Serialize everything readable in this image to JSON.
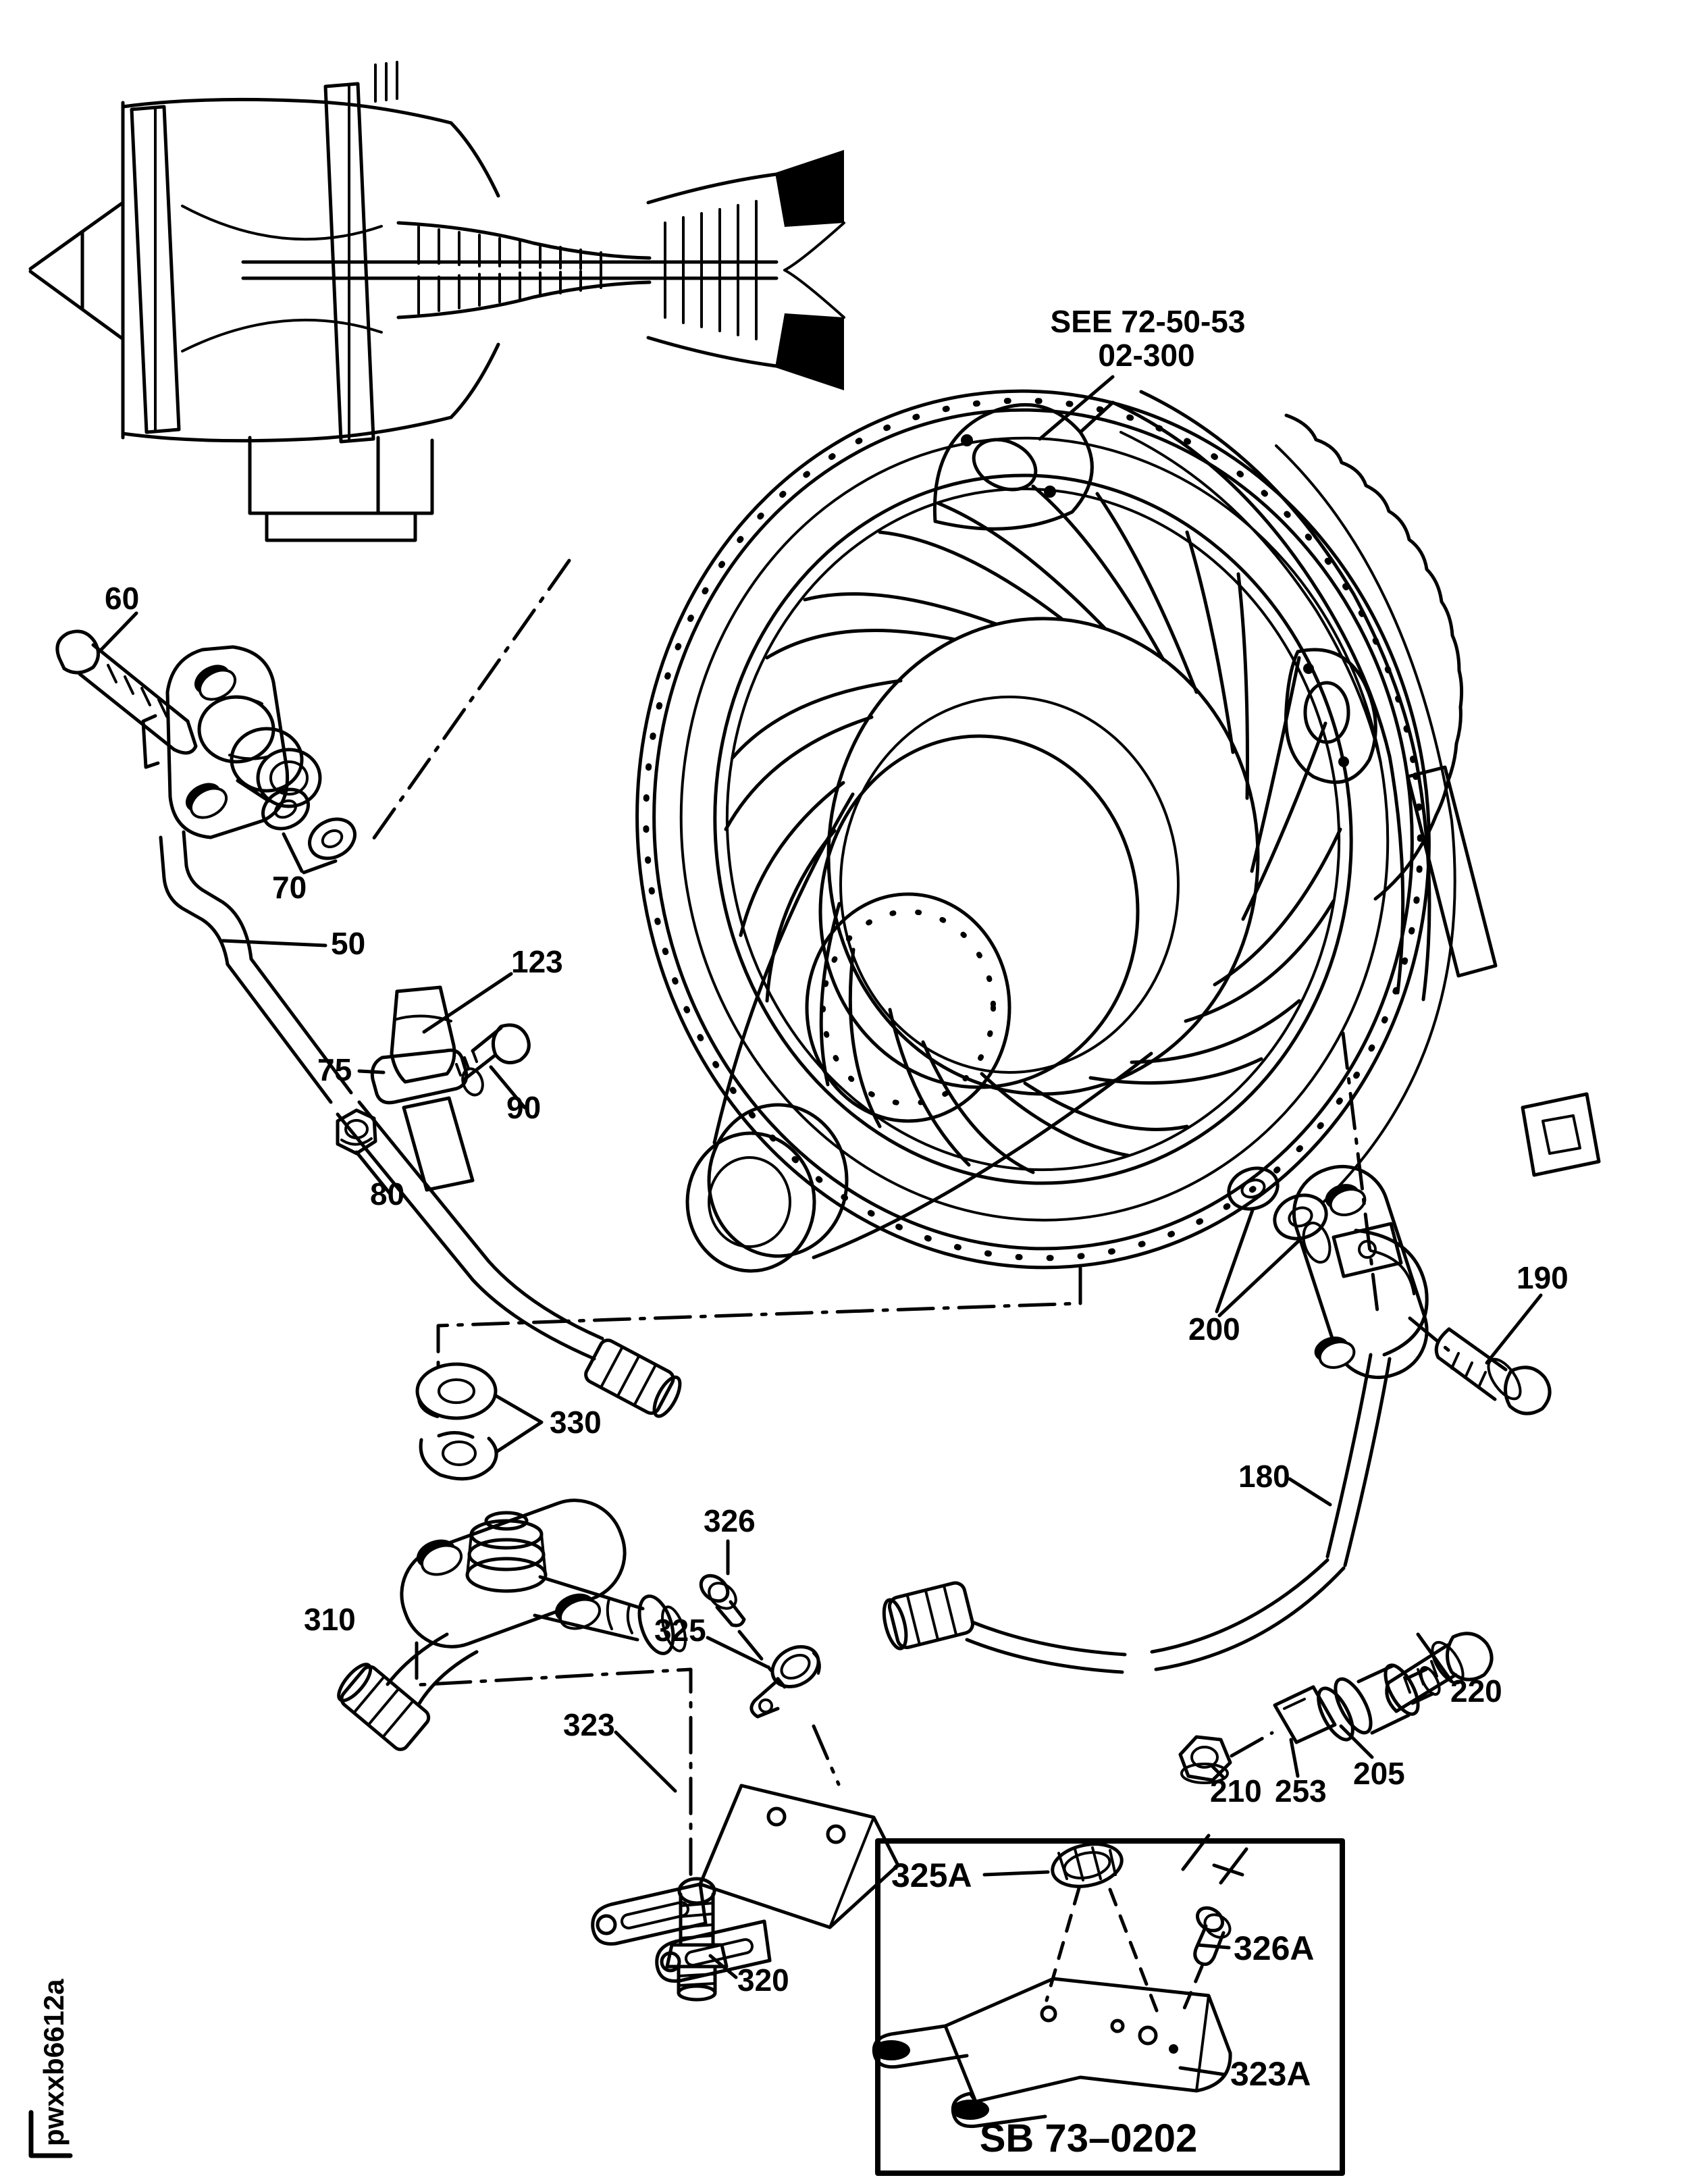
{
  "page": {
    "background": "#ffffff",
    "ink": "#000000"
  },
  "diagram": {
    "reference_note": {
      "line1": "SEE 72-50-53",
      "line2": "02-300"
    },
    "callouts": {
      "c60": "60",
      "c70": "70",
      "c50": "50",
      "c123": "123",
      "c75": "75",
      "c90": "90",
      "c80": "80",
      "c330": "330",
      "c310": "310",
      "c326": "326",
      "c325": "325",
      "c323": "323",
      "c320": "320",
      "c200": "200",
      "c190": "190",
      "c180": "180",
      "c220": "220",
      "c210": "210",
      "c253": "253",
      "c205": "205"
    },
    "inset": {
      "c325a": "325A",
      "c326a": "326A",
      "c323a": "323A",
      "caption": "SB 73–0202"
    },
    "footer_code": "pwxxb6612a"
  }
}
